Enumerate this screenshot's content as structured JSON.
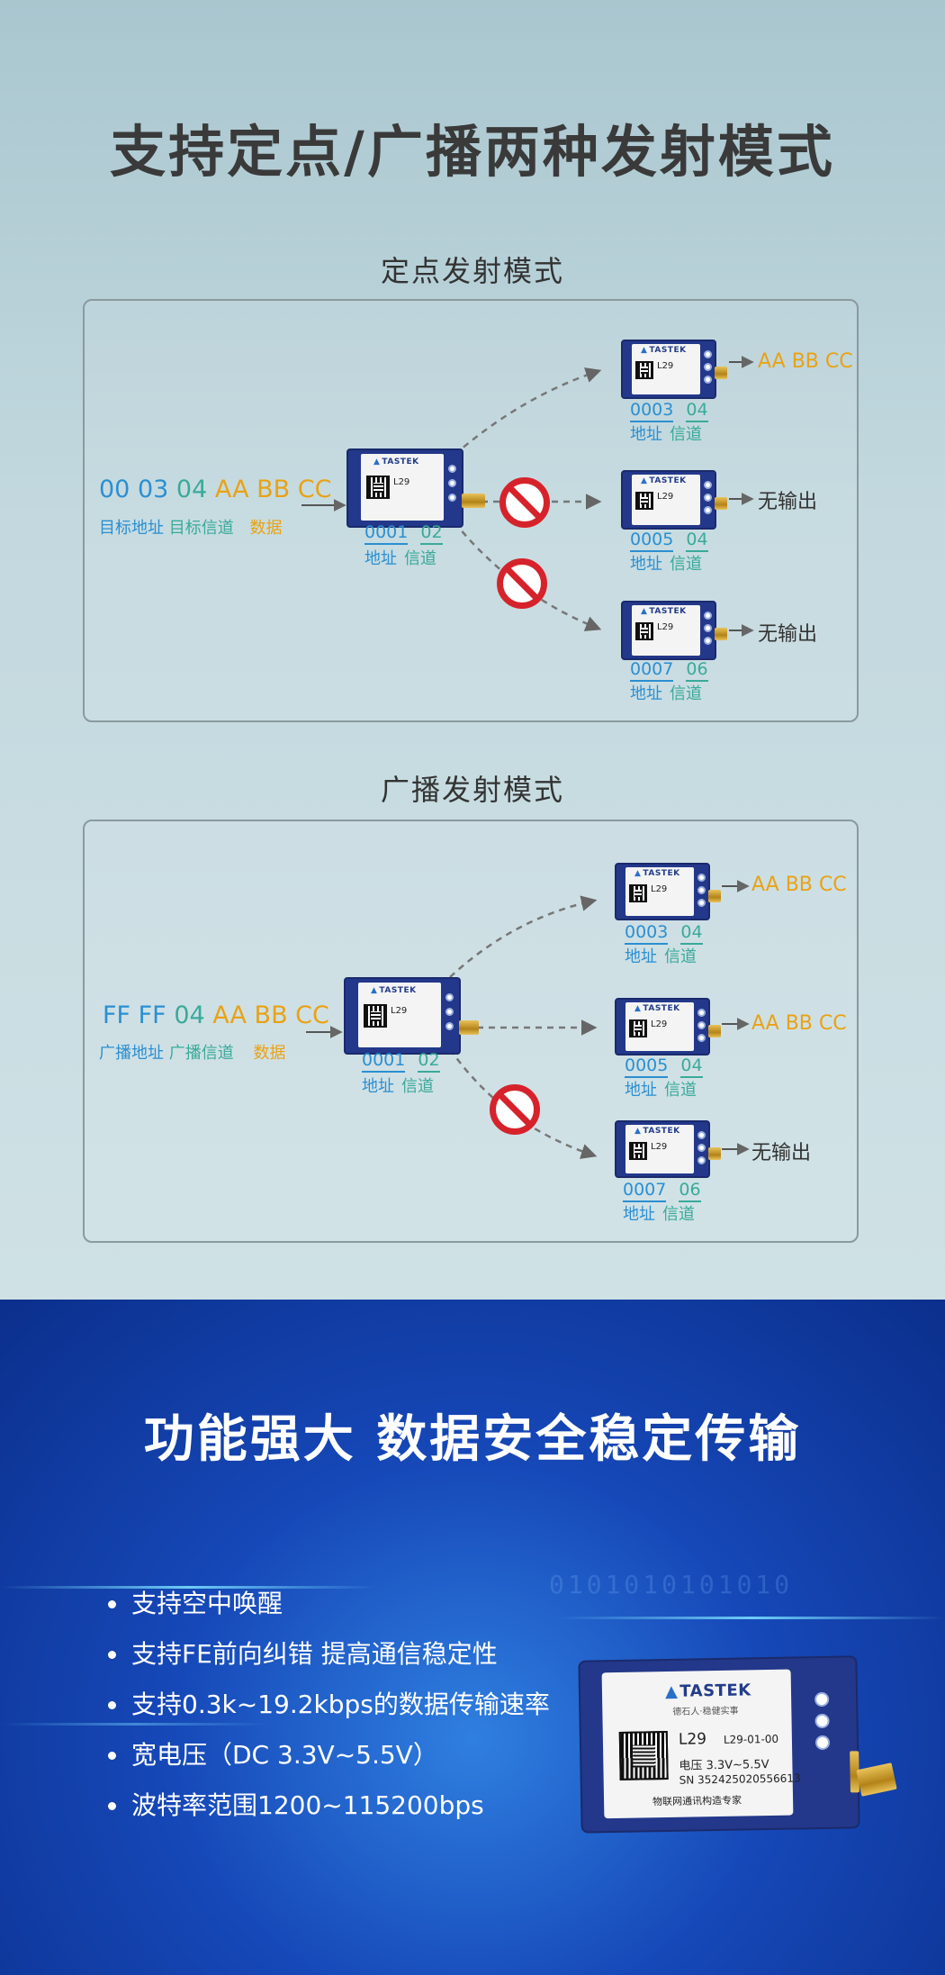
{
  "header": {
    "title": "支持定点/广播两种发射模式"
  },
  "fixed_mode": {
    "title": "定点发射模式",
    "input": {
      "addr": "00 03",
      "channel": "04",
      "data": "AA BB CC",
      "addr_label": "目标地址",
      "channel_label": "目标信道",
      "data_label": "数据"
    },
    "sender": {
      "addr": "0001",
      "channel": "02",
      "addr_label": "地址",
      "channel_label": "信道"
    },
    "receivers": [
      {
        "addr": "0003",
        "channel": "04",
        "addr_label": "地址",
        "channel_label": "信道",
        "output": "AA BB CC"
      },
      {
        "addr": "0005",
        "channel": "04",
        "addr_label": "地址",
        "channel_label": "信道",
        "output": "无输出"
      },
      {
        "addr": "0007",
        "channel": "06",
        "addr_label": "地址",
        "channel_label": "信道",
        "output": "无输出"
      }
    ]
  },
  "broadcast_mode": {
    "title": "广播发射模式",
    "input": {
      "addr": "FF FF",
      "channel": "04",
      "data": "AA BB CC",
      "addr_label": "广播地址",
      "channel_label": "广播信道",
      "data_label": "数据"
    },
    "sender": {
      "addr": "0001",
      "channel": "02",
      "addr_label": "地址",
      "channel_label": "信道"
    },
    "receivers": [
      {
        "addr": "0003",
        "channel": "04",
        "addr_label": "地址",
        "channel_label": "信道",
        "output": "AA BB CC"
      },
      {
        "addr": "0005",
        "channel": "04",
        "addr_label": "地址",
        "channel_label": "信道",
        "output": "AA BB CC"
      },
      {
        "addr": "0007",
        "channel": "06",
        "addr_label": "地址",
        "channel_label": "信道",
        "output": "无输出"
      }
    ]
  },
  "module": {
    "brand": "TASTEK",
    "model": "L29",
    "part": "L29-01-00",
    "voltage": "电压 3.3V~5.5V",
    "sn": "SN 352425020556613",
    "slogan": "物联网通讯构造专家",
    "brand_sub": "德石人·稳健实事"
  },
  "features": {
    "title": "功能强大 数据安全稳定传输",
    "items": [
      "支持空中唤醒",
      "支持FE前向纠错 提高通信稳定性",
      "支持0.3k~19.2kbps的数据传输速率",
      "宽电压（DC 3.3V~5.5V）",
      "波特率范围1200~115200bps"
    ]
  },
  "colors": {
    "address": "#2b8fd1",
    "channel": "#3aaa9a",
    "data": "#e9a214",
    "forbidden": "#d6232b",
    "board": "#23388a"
  }
}
